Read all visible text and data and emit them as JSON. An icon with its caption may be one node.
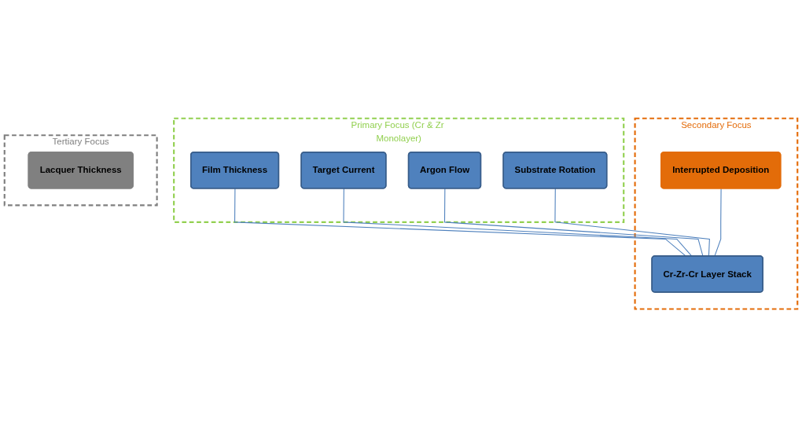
{
  "diagram": {
    "nodes": [
      {
        "text": [
          "Primary Focus (Cr & Zr Monolayer)"
        ]
      },
      {
        "text": [
          "Film Thickness"
        ],
        "in": 0
      },
      {
        "text": [
          "Target Current"
        ],
        "in": 0
      },
      {
        "text": [
          "Argon Flow"
        ],
        "in": 0
      },
      {
        "text": [
          "Substrate Rotation"
        ],
        "in": 0
      },
      {
        "text": [
          "Secondary Focus"
        ]
      },
      {
        "text": [
          "Interrupted Deposition"
        ],
        "in": 5
      },
      {
        "text": [
          "Cr-Zr-Cr Layer Stack"
        ],
        "in": 5
      },
      {
        "text": [
          "Tertiary Focus"
        ]
      },
      {
        "text": [
          "Lacquer Thickness"
        ],
        "in": 8
      }
    ],
    "edges": [
      {
        "from": 1,
        "to": 7,
        "arrow": "none"
      },
      {
        "from": 2,
        "to": 7,
        "arrow": "none"
      },
      {
        "from": 3,
        "to": 7,
        "arrow": "none"
      },
      {
        "from": 4,
        "to": 7,
        "arrow": "none"
      },
      {
        "from": 6,
        "to": 7,
        "arrow": "none"
      }
    ]
  }
}
